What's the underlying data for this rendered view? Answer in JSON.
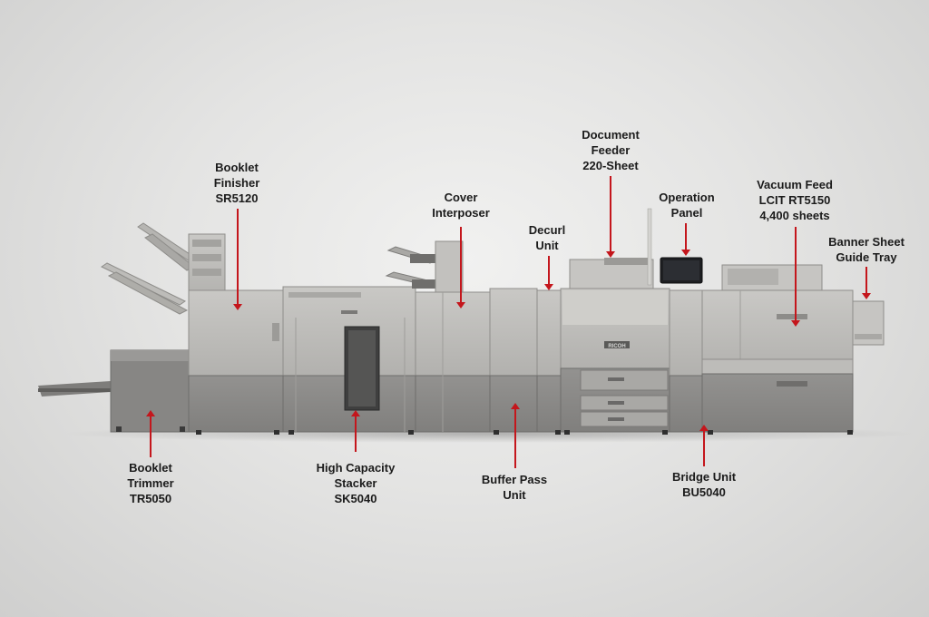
{
  "labels": {
    "booklet_finisher": [
      "Booklet",
      "Finisher",
      "SR5120"
    ],
    "cover_interposer": [
      "Cover",
      "Interposer"
    ],
    "decurl_unit": [
      "Decurl",
      "Unit"
    ],
    "document_feeder": [
      "Document",
      "Feeder",
      "220-Sheet"
    ],
    "operation_panel": [
      "Operation",
      "Panel"
    ],
    "vacuum_feed": [
      "Vacuum Feed",
      "LCIT RT5150",
      "4,400 sheets"
    ],
    "banner_sheet": [
      "Banner Sheet",
      "Guide Tray"
    ],
    "booklet_trimmer": [
      "Booklet",
      "Trimmer",
      "TR5050"
    ],
    "high_capacity_stacker": [
      "High Capacity",
      "Stacker",
      "SK5040"
    ],
    "buffer_pass": [
      "Buffer Pass",
      "Unit"
    ],
    "bridge_unit": [
      "Bridge Unit",
      "BU5040"
    ]
  },
  "colors": {
    "arrow": "#c4161c",
    "panel_light": "#b9b8b5",
    "panel_dark": "#8a8987",
    "screen": "#1e1f22"
  },
  "engine_badge": "RICOH"
}
